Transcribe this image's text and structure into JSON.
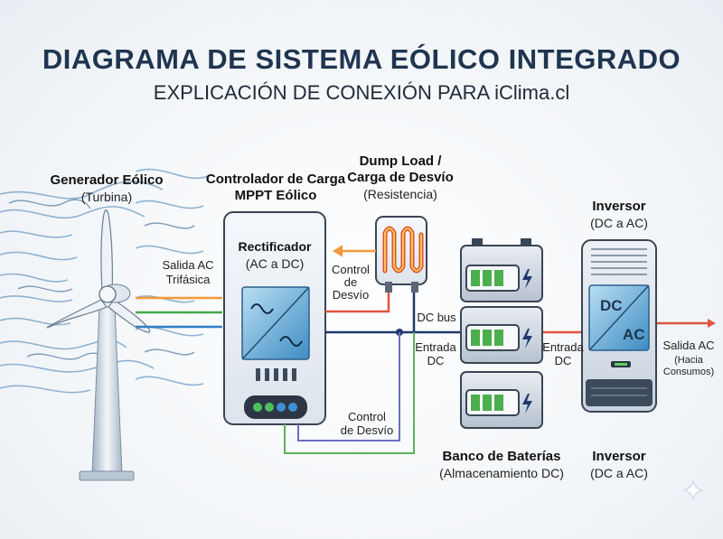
{
  "title": "DIAGRAMA DE SISTEMA EÓLICO INTEGRADO",
  "subtitle": "EXPLICACIÓN DE CONEXIÓN PARA iClima.cl",
  "generator": {
    "name": "Generador Eólico",
    "sub": "(Turbina)"
  },
  "output_ac": {
    "line1": "Salida AC",
    "line2": "Trifásica"
  },
  "controller": {
    "name_line1": "Controlador de Carga",
    "name_line2": "MPPT Eólico",
    "rect_title": "Rectificador",
    "rect_sub": "(AC a DC)"
  },
  "dump_load": {
    "line1": "Dump Load /",
    "line2": "Carga de Desvío",
    "line3": "(Resistencia)"
  },
  "control_upper": {
    "line1": "Control",
    "line2": "de",
    "line3": "Desvío"
  },
  "control_lower": {
    "line1": "Control",
    "line2": "de Desvío"
  },
  "dc_bus": "DC bus",
  "entrada_left": {
    "line1": "Entrada",
    "line2": "DC"
  },
  "entrada_right": {
    "line1": "Entrada",
    "line2": "DC"
  },
  "batteries": {
    "name": "Banco de Baterías",
    "sub": "(Almacenamiento DC)"
  },
  "inverter_top": {
    "name": "Inversor",
    "sub": "(DC a AC)"
  },
  "inverter_bottom": {
    "name": "Inversor",
    "sub": "(DC a AC)"
  },
  "inverter_face": {
    "dc": "DC",
    "ac": "AC"
  },
  "output_final": {
    "line1": "Salida AC",
    "line2": "(Hacia",
    "line3": "Consumos)"
  },
  "colors": {
    "ac_orange": "#f39a3a",
    "ac_red": "#e0553f",
    "ac_green": "#45a84a",
    "ac_blue": "#2f7fc4",
    "dc_navy": "#1f3a70",
    "control_purple": "#6a6fc2",
    "control_green": "#5ab45a",
    "title_navy": "#1f3550"
  }
}
